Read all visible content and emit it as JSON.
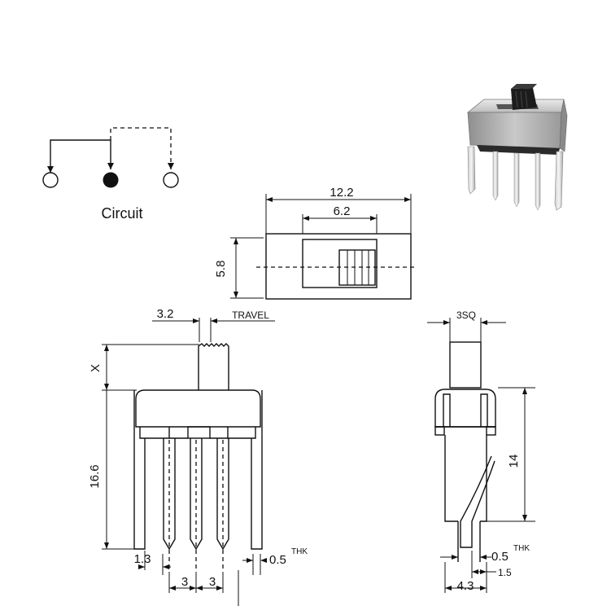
{
  "circuit": {
    "caption": "Circuit"
  },
  "top_view": {
    "width_overall": "12.2",
    "width_inner": "6.2",
    "height": "5.8"
  },
  "front_view": {
    "travel": "3.2",
    "travel_label": "TRAVEL",
    "actuator_height": "X",
    "body_height": "16.6",
    "pin_offset": "1.3",
    "pin_pitch_1": "3",
    "pin_pitch_2": "3",
    "thickness": "0.5",
    "thickness_sup": "THK"
  },
  "side_view": {
    "actuator_size": "3SQ",
    "pin_length": "14",
    "thickness": "0.5",
    "thickness_sup": "THK",
    "width": "4.3",
    "offset": "1.5"
  }
}
